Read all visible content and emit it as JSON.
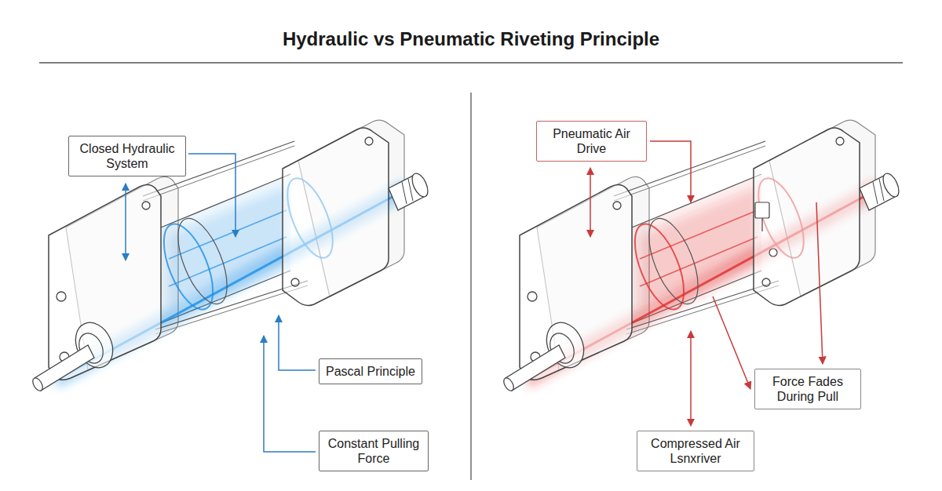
{
  "diagram": {
    "title": "Hydraulic vs Pneumatic Riveting Principle",
    "nodes": [
      {
        "text": [
          "Closed Hydraulic System"
        ]
      },
      {
        "text": [
          "Pascal Principle"
        ]
      },
      {
        "text": [
          "Constant Pulling Force"
        ]
      },
      {
        "text": [
          "Pneumatic Air Drive"
        ]
      },
      {
        "text": [
          "Force Fades During Pull"
        ]
      },
      {
        "text": [
          "Compressed Air Lsnxriver"
        ]
      }
    ]
  }
}
